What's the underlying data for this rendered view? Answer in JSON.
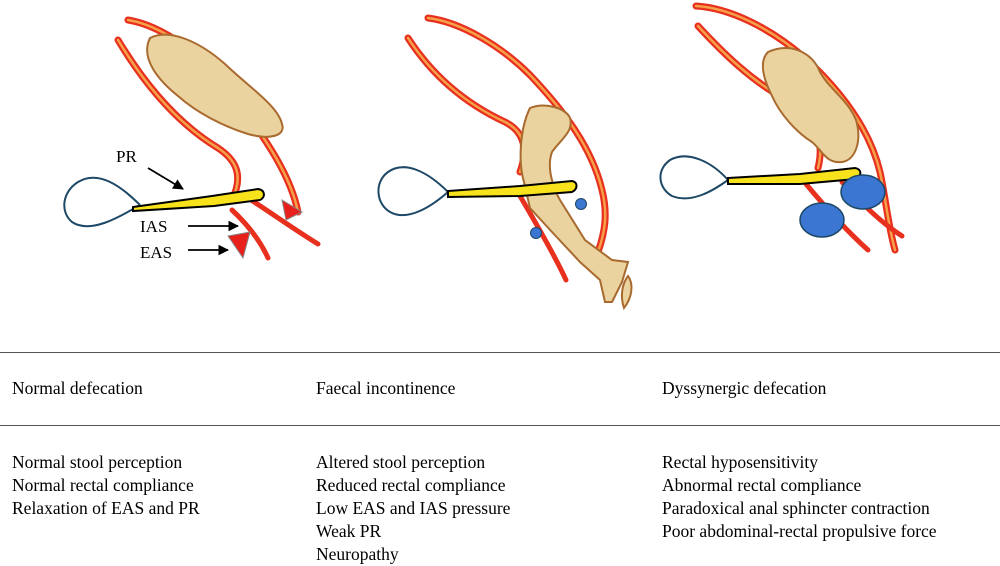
{
  "labels": {
    "pr": "PR",
    "ias": "IAS",
    "eas": "EAS"
  },
  "colors": {
    "rectal_wall": "#e8301e",
    "wall_fill": "#f6a04a",
    "stool": "#ebd3a0",
    "stool_outline": "#a86a2e",
    "puborectalis": "#f7e21c",
    "outline_blue": "#1d4866",
    "sphincter_blue": "#3a76d2",
    "marker_red": "#e8201c"
  },
  "columns": [
    {
      "heading": "Normal defecation",
      "items": [
        "Normal stool perception",
        "Normal rectal compliance",
        "Relaxation of EAS and PR"
      ]
    },
    {
      "heading": "Faecal incontinence",
      "items": [
        "Altered stool perception",
        "Reduced rectal compliance",
        "Low EAS and IAS pressure",
        "Weak PR",
        "Neuropathy"
      ]
    },
    {
      "heading": "Dyssynergic defecation",
      "items": [
        "Rectal hyposensitivity",
        "Abnormal rectal compliance",
        "Paradoxical anal sphincter contraction",
        "Poor abdominal-rectal propulsive force"
      ]
    }
  ]
}
